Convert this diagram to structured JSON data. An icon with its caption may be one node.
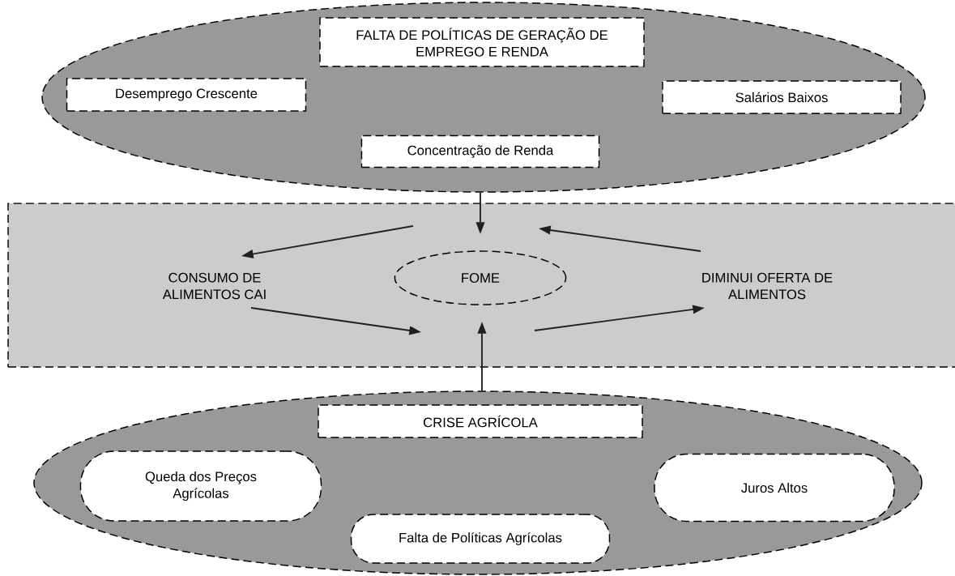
{
  "diagram": {
    "nodes": [
      {
        "text": [],
        "shape": "ellipse"
      },
      {
        "text": [
          "FALTA DE POLÍTICAS DE GERAÇÃO DE EMPREGO E RENDA"
        ],
        "in": 0
      },
      {
        "text": [
          "Desemprego Crescente"
        ],
        "in": 0
      },
      {
        "text": [
          "Salários Baixos"
        ],
        "in": 0
      },
      {
        "text": [
          "Concentração de Renda"
        ],
        "in": 0
      },
      {
        "text": [],
        "shape": "box"
      },
      {
        "text": [
          "CONSUMO DE ALIMENTOS CAI"
        ],
        "in": 5
      },
      {
        "text": [
          "FOME"
        ],
        "in": 5
      },
      {
        "text": [
          "DIMINUI OFERTA DE ALIMENTOS"
        ],
        "in": 5
      },
      {
        "text": [],
        "shape": "ellipse"
      },
      {
        "text": [
          "CRISE AGRÍCOLA"
        ],
        "in": 9
      },
      {
        "text": [
          "Queda dos Preços Agrícolas"
        ],
        "in": 9
      },
      {
        "text": [
          "Juros Altos"
        ],
        "in": 9
      },
      {
        "text": [
          "Falta de Políticas Agrícolas"
        ],
        "in": 9
      }
    ],
    "edges": [
      {
        "from": 0,
        "to": 7,
        "arrow": "to"
      },
      {
        "from": 9,
        "to": 7,
        "arrow": "to"
      },
      {
        "from": 7,
        "to": 6,
        "arrow": "to"
      },
      {
        "from": 6,
        "to": 7,
        "arrow": "to"
      },
      {
        "from": 7,
        "to": 8,
        "arrow": "to"
      },
      {
        "from": 8,
        "to": 7,
        "arrow": "to"
      }
    ]
  }
}
